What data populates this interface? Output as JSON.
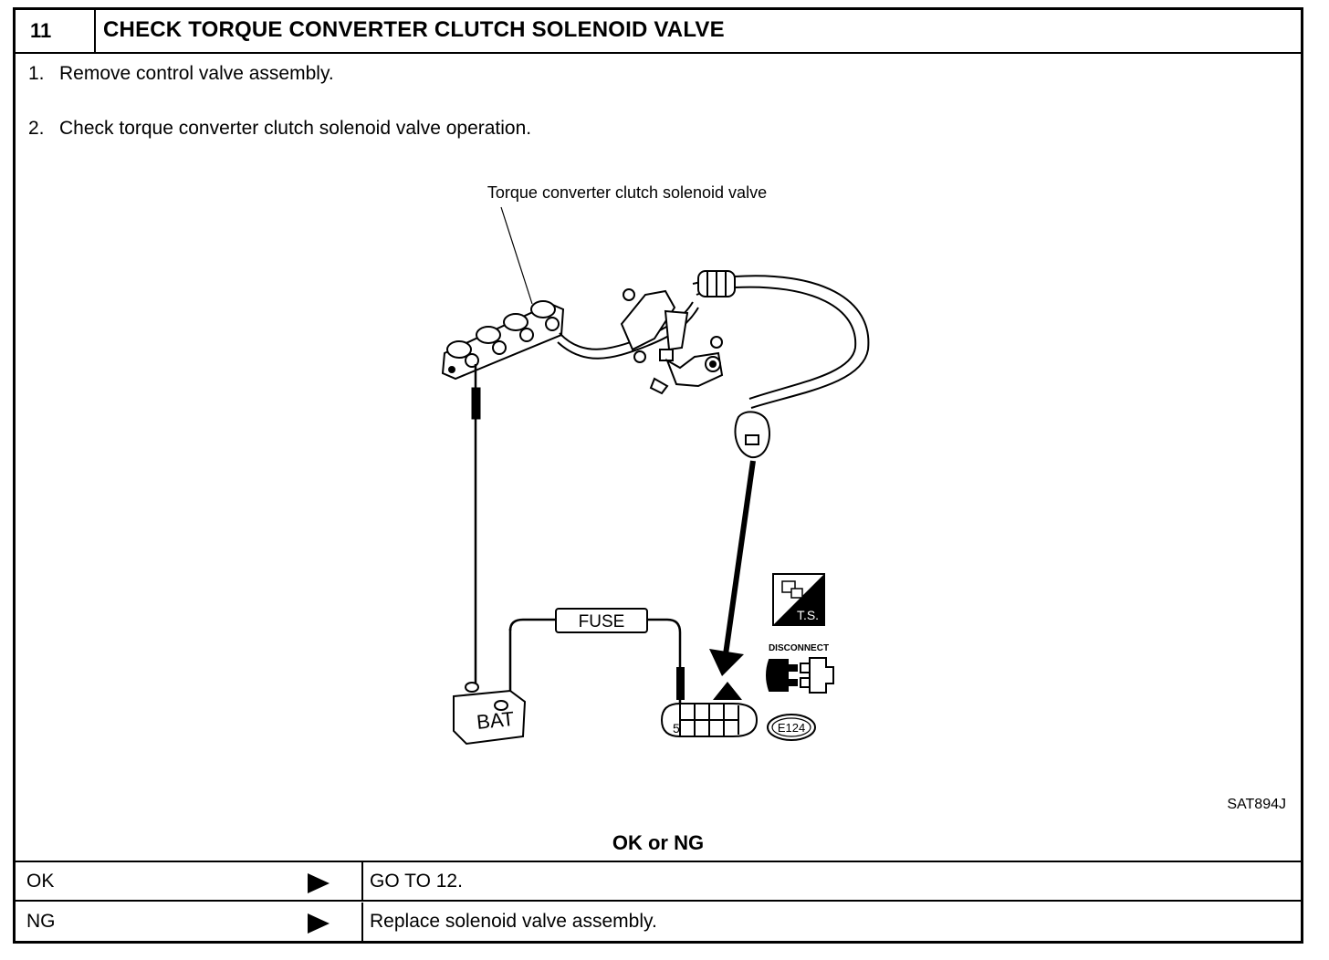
{
  "step": {
    "number": "11",
    "title": "CHECK TORQUE CONVERTER CLUTCH SOLENOID VALVE"
  },
  "instructions": [
    {
      "num": "1.",
      "text": "Remove control valve assembly."
    },
    {
      "num": "2.",
      "text": "Check torque converter clutch solenoid valve operation."
    }
  ],
  "diagram": {
    "callout": "Torque converter clutch solenoid valve",
    "fuse_label": "FUSE",
    "battery_label": "BAT",
    "terminal_number": "5",
    "ts_label": "T.S.",
    "disconnect_label": "DISCONNECT",
    "connector_code": "E124",
    "ref_code": "SAT894J"
  },
  "verdict": "OK or NG",
  "results": [
    {
      "label": "OK",
      "action": "GO TO 12."
    },
    {
      "label": "NG",
      "action": "Replace solenoid valve assembly."
    }
  ]
}
